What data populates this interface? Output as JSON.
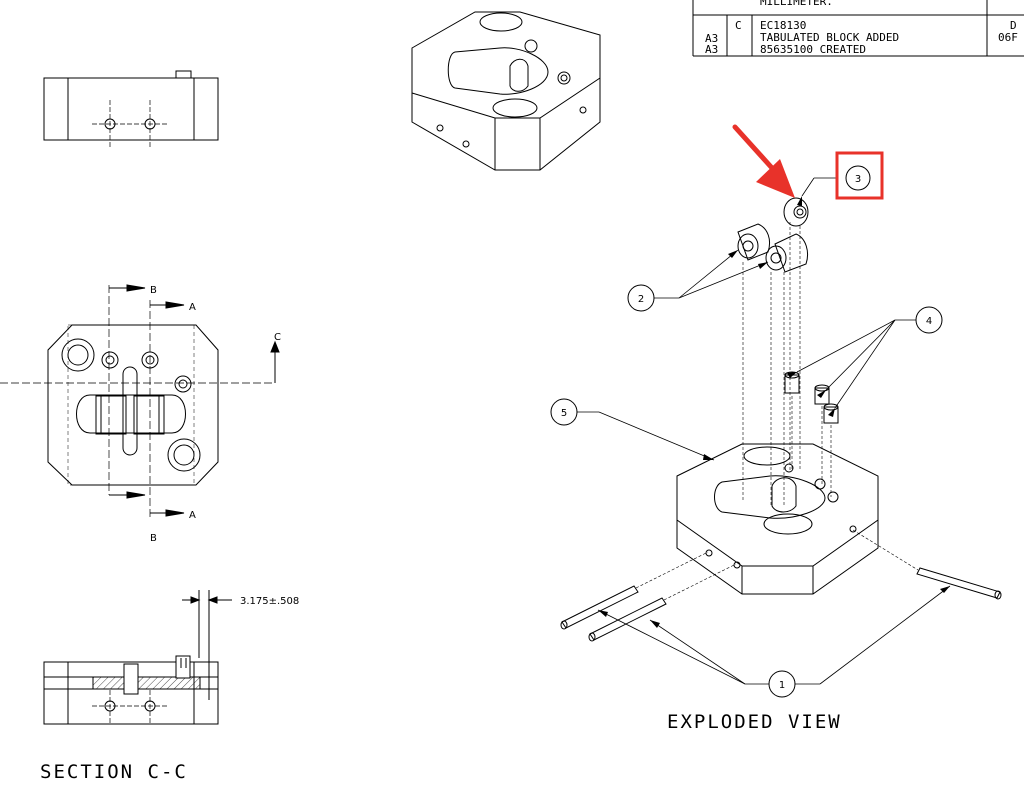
{
  "revision_table": {
    "top_row_text": "MILLIMETER.",
    "row": {
      "zone_1": "A3",
      "zone_2": "A3",
      "rev": "C",
      "line_1": "EC18130",
      "line_2": "TABULATED BLOCK ADDED",
      "line_3": "85635100 CREATED",
      "date_top": "D",
      "date": "06F"
    }
  },
  "section_markers": {
    "a": "A",
    "b": "B",
    "c": "C"
  },
  "dimension_text": "3.175±.508",
  "section_title": "SECTION C-C",
  "exploded_title": "EXPLODED VIEW",
  "balloons": [
    "1",
    "2",
    "3",
    "4",
    "5"
  ],
  "highlight_color": "#e8322a"
}
